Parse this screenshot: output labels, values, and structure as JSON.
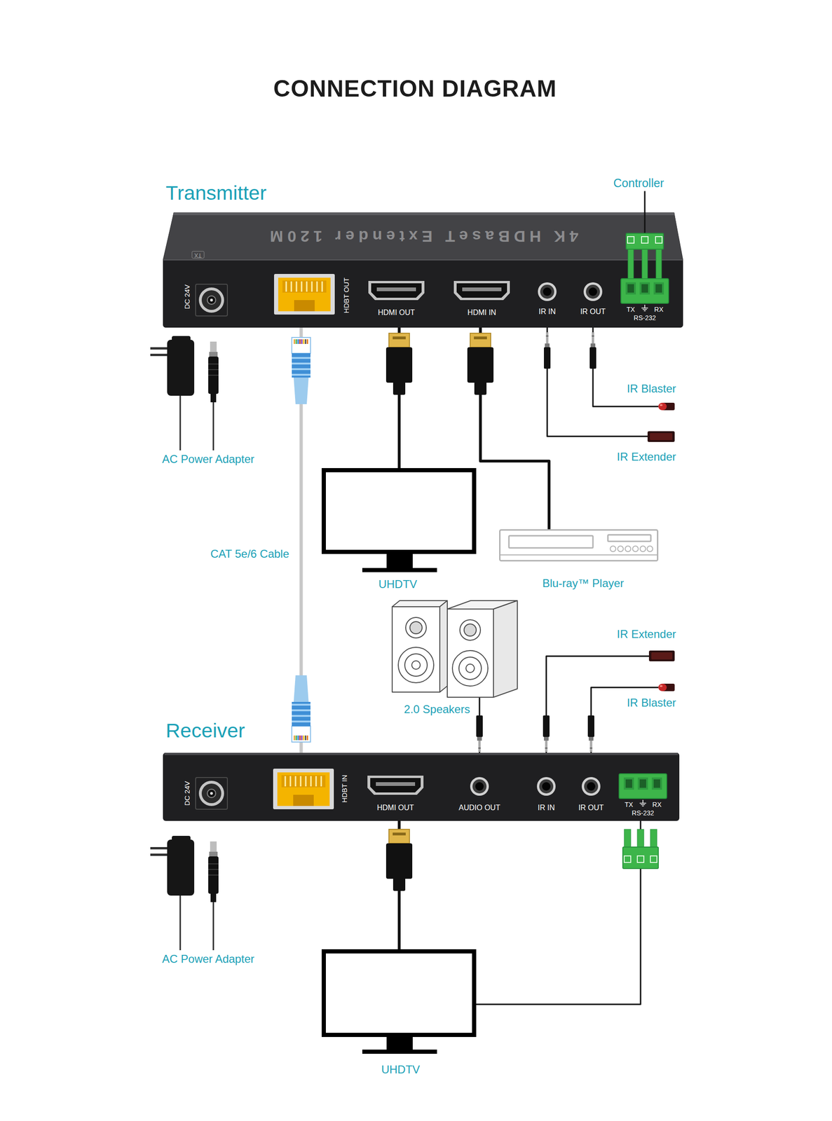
{
  "diagram": {
    "title": "CONNECTION DIAGRAM",
    "nodes": [
      {
        "text": [
          "Transmitter"
        ]
      },
      {
        "text": [
          "Controller"
        ]
      },
      {
        "text": [
          "IR Blaster"
        ]
      },
      {
        "text": [
          "IR Extender"
        ]
      },
      {
        "text": [
          "AC Power Adapter"
        ]
      },
      {
        "text": [
          "UHDTV"
        ]
      },
      {
        "text": [
          "Blu-ray™ Player"
        ]
      },
      {
        "text": [
          "IR Extender"
        ]
      },
      {
        "text": [
          "2.0 Speakers"
        ]
      },
      {
        "text": [
          "IR Blaster"
        ]
      },
      {
        "text": [
          "Receiver"
        ]
      },
      {
        "text": [
          "AC Power Adapter"
        ]
      },
      {
        "text": [
          "UHDTV"
        ]
      }
    ],
    "edges": [
      {
        "from": 0,
        "to": 1,
        "arrow": "none"
      },
      {
        "from": 0,
        "to": 5,
        "arrow": "none"
      },
      {
        "from": 0,
        "to": 6,
        "arrow": "none"
      },
      {
        "from": 0,
        "to": 3,
        "arrow": "none"
      },
      {
        "from": 0,
        "to": 2,
        "arrow": "none"
      },
      {
        "from": 0,
        "to": 10,
        "label": "CAT 5e/6 Cable",
        "arrow": "none"
      },
      {
        "from": 10,
        "to": 8,
        "arrow": "none"
      },
      {
        "from": 10,
        "to": 7,
        "arrow": "none"
      },
      {
        "from": 10,
        "to": 9,
        "arrow": "none"
      },
      {
        "from": 10,
        "to": 12,
        "arrow": "none"
      },
      {
        "from": 10,
        "to": 12,
        "arrow": "none"
      }
    ],
    "labels": [
      "4K HDBaseT Extender 120M",
      "TX",
      "DC 24V",
      "HDBT OUT",
      "HDMI OUT",
      "HDMI IN",
      "IR IN",
      "IR OUT",
      "TX",
      "RX",
      "RS-232",
      "DC 24V",
      "HDBT IN",
      "HDMI OUT",
      "AUDIO OUT",
      "IR IN",
      "IR OUT",
      "TX",
      "RX",
      "RS-232"
    ]
  }
}
